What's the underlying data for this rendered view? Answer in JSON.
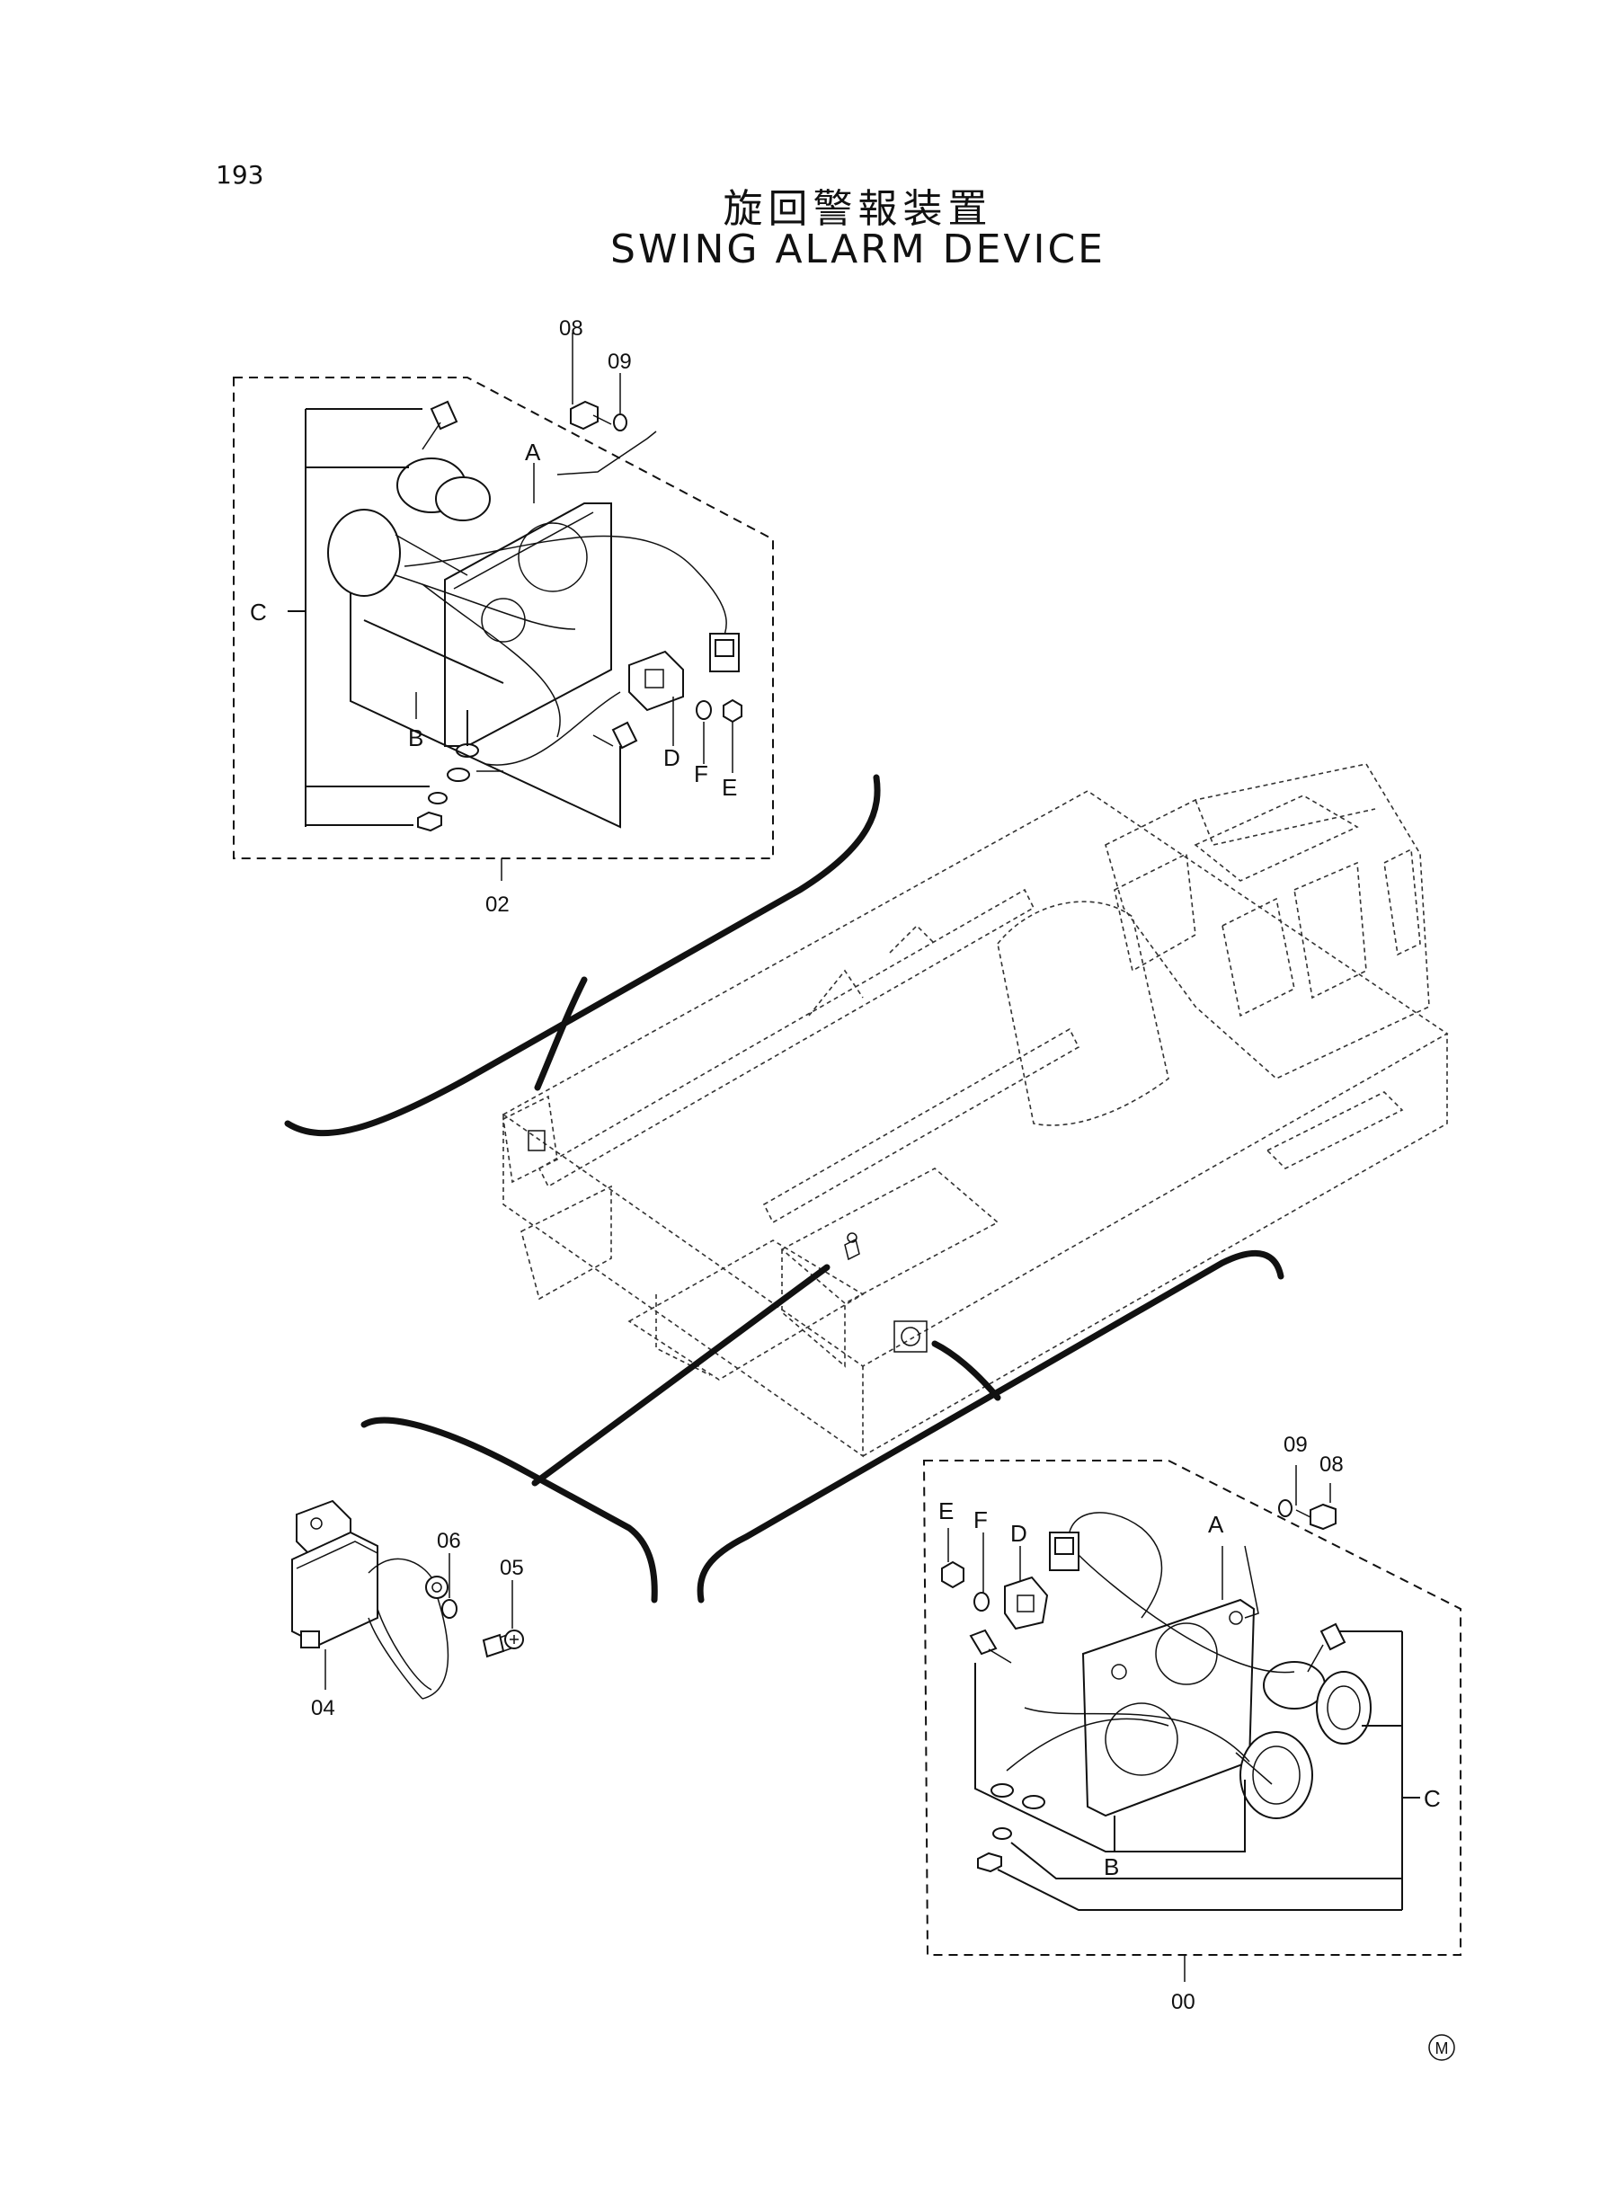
{
  "page_number": "193",
  "title_jp": "旋回警報装置",
  "title_en": "SWING ALARM DEVICE",
  "assembly_02": {
    "assembly_label": "02",
    "part_labels": {
      "p08": "08",
      "p09": "09"
    },
    "callouts": {
      "A": "A",
      "B": "B",
      "C": "C",
      "D": "D",
      "E": "E",
      "F": "F"
    }
  },
  "assembly_00": {
    "assembly_label": "00",
    "part_labels": {
      "p08": "08",
      "p09": "09"
    },
    "callouts": {
      "A": "A",
      "B": "B",
      "C": "C",
      "D": "D",
      "E": "E",
      "F": "F"
    }
  },
  "relay_group": {
    "part_labels": {
      "p04": "04",
      "p05": "05",
      "p06": "06"
    }
  },
  "mark": "M"
}
